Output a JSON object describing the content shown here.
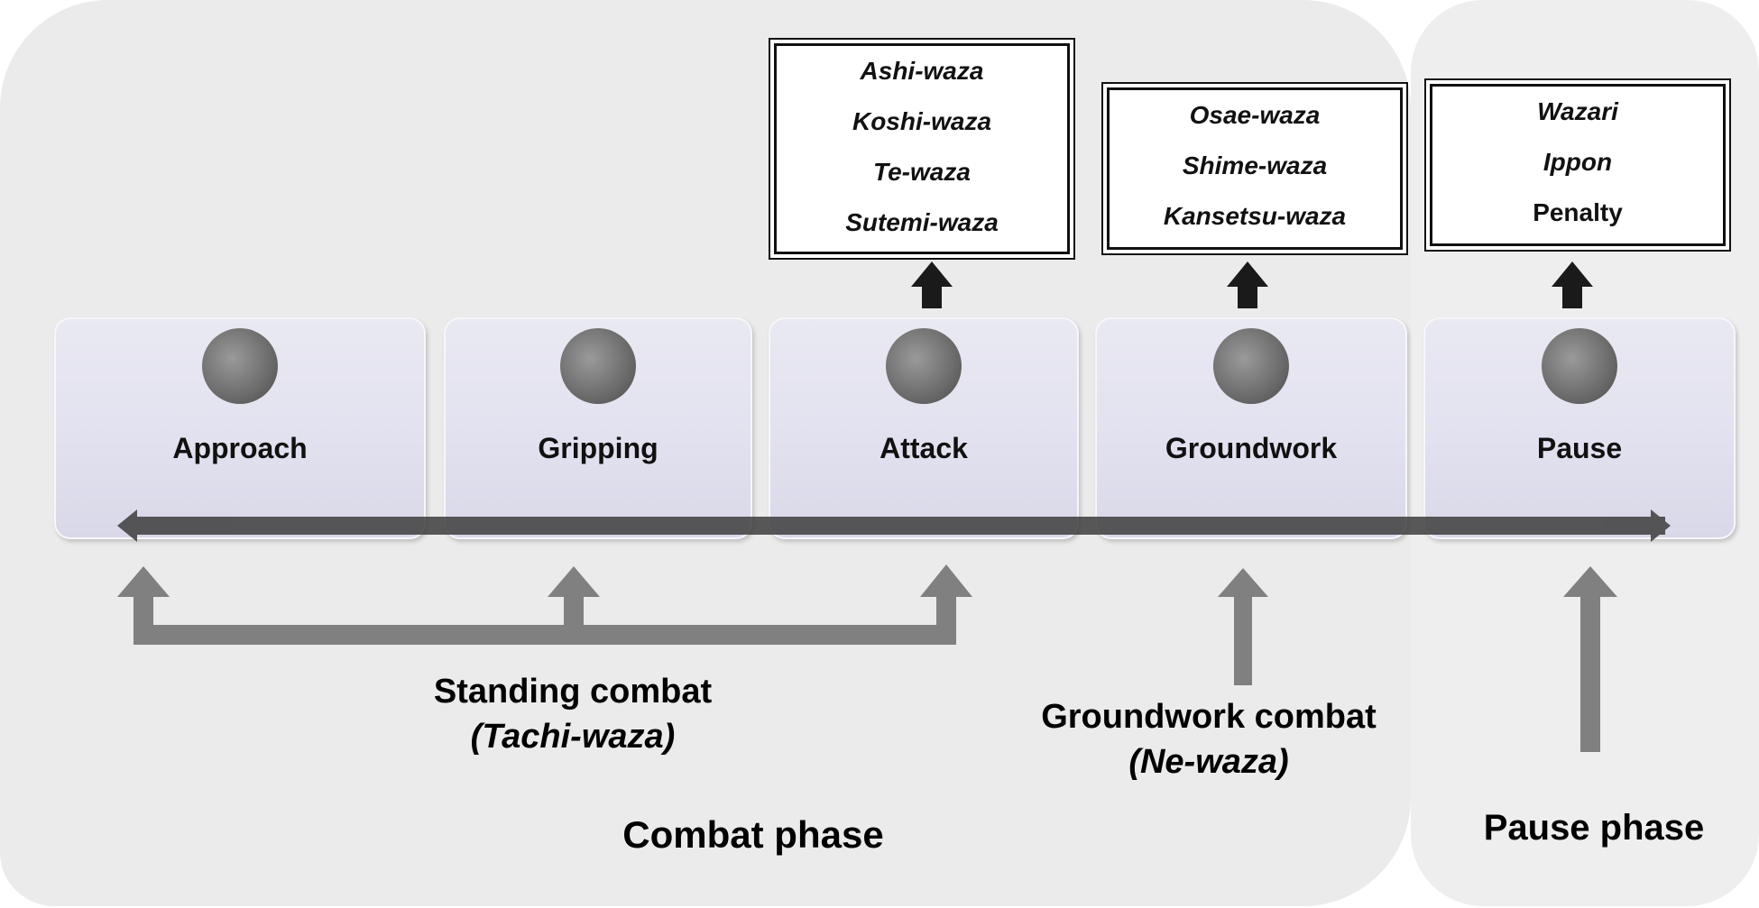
{
  "phases": {
    "combat": "Combat phase",
    "pause": "Pause phase"
  },
  "steps": [
    {
      "label": "Approach"
    },
    {
      "label": "Gripping"
    },
    {
      "label": "Attack"
    },
    {
      "label": "Groundwork"
    },
    {
      "label": "Pause"
    }
  ],
  "attack_techniques": [
    "Ashi-waza",
    "Koshi-waza",
    "Te-waza",
    "Sutemi-waza"
  ],
  "groundwork_techniques": [
    "Osae-waza",
    "Shime-waza",
    "Kansetsu-waza"
  ],
  "pause_outcomes": [
    "Wazari",
    "Ippon",
    "Penalty"
  ],
  "standing": {
    "title": "Standing combat",
    "term": "(Tachi-waza)"
  },
  "groundwork_combat": {
    "title": "Groundwork combat",
    "term": "(Ne-waza)"
  },
  "colors": {
    "arrow_dark": "#3d3d3d",
    "arrow_grey": "#808080",
    "up_arrow": "#1a1a1a"
  }
}
